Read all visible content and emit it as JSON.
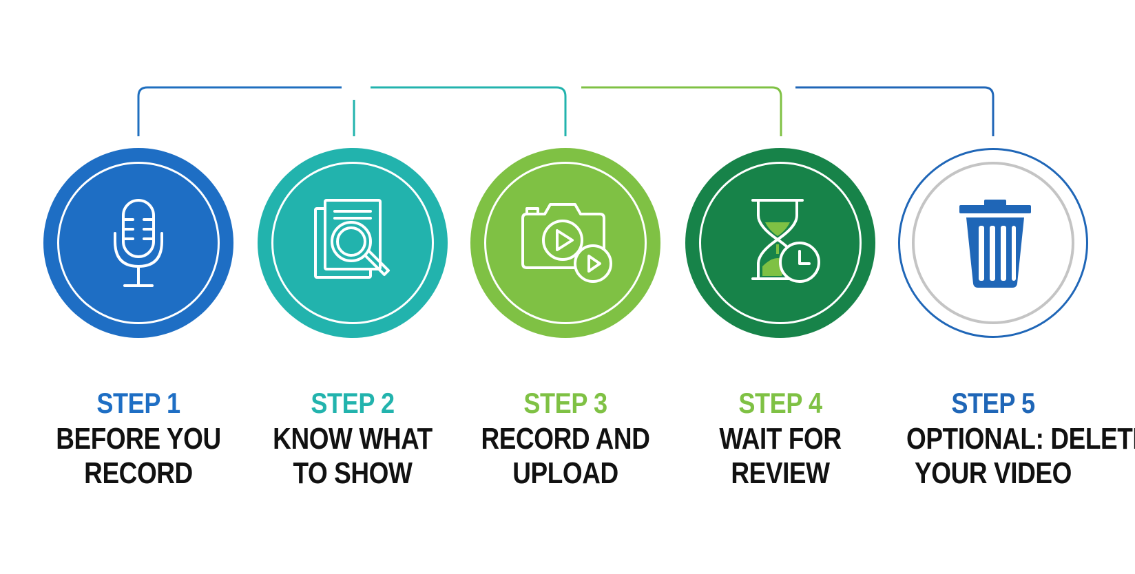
{
  "steps": [
    {
      "number": "STEP 1",
      "title_line1": "BEFORE YOU",
      "title_line2": "RECORD",
      "icon": "microphone-icon"
    },
    {
      "number": "STEP 2",
      "title_line1": "KNOW WHAT",
      "title_line2": "TO SHOW",
      "icon": "document-search-icon"
    },
    {
      "number": "STEP 3",
      "title_line1": "RECORD AND",
      "title_line2": "UPLOAD",
      "icon": "video-camera-icon"
    },
    {
      "number": "STEP 4",
      "title_line1": "WAIT FOR",
      "title_line2": "REVIEW",
      "icon": "hourglass-clock-icon"
    },
    {
      "number": "STEP 5",
      "title_line1": "OPTIONAL: DELETE",
      "title_line2": "YOUR VIDEO",
      "icon": "trash-icon"
    }
  ],
  "colors": {
    "step1": "#1e6ec4",
    "step2": "#22b3ad",
    "step3": "#7fc144",
    "step4": "#178349",
    "step5": "#1f66b7",
    "step4_label": "#7fc144",
    "title_text": "#111111"
  }
}
